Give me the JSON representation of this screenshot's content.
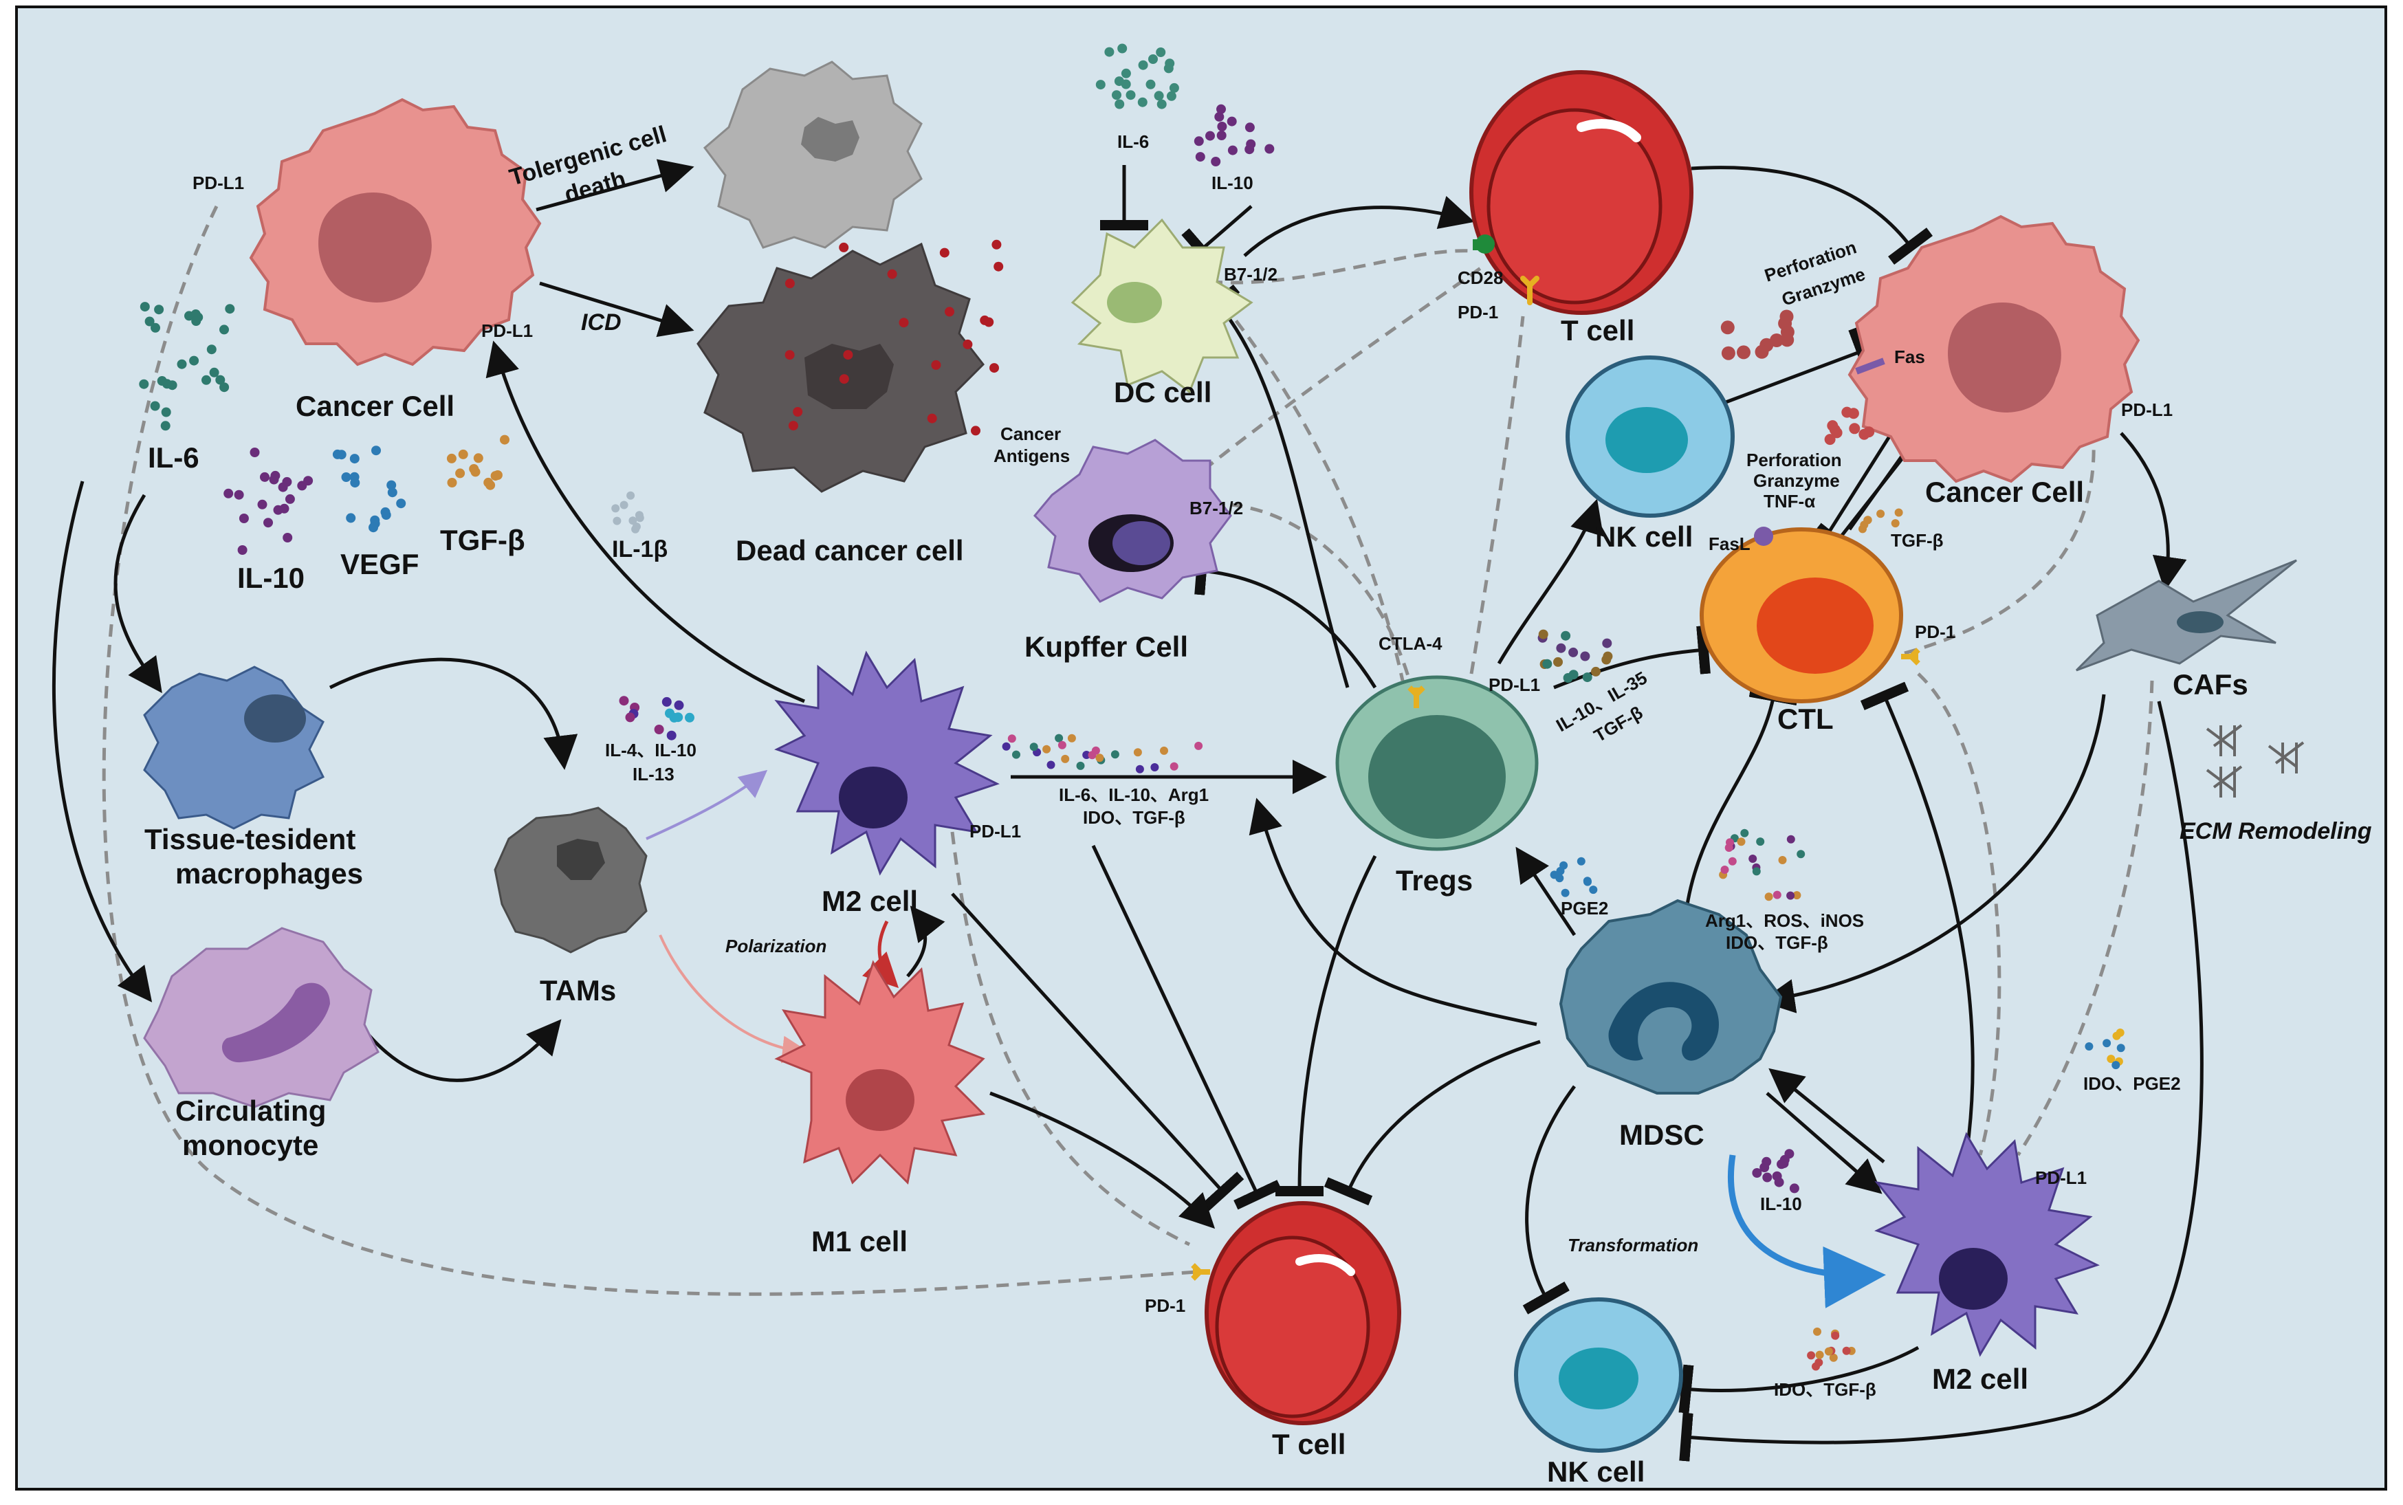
{
  "cells": {
    "cancer_cell_left": "Cancer Cell",
    "dead_cancer_cell": "Dead cancer cell",
    "dc_cell": "DC cell",
    "t_cell_top": "T cell",
    "cancer_cell_right": "Cancer Cell",
    "nk_cell_top": "NK cell",
    "kupffer_cell": "Kupffer Cell",
    "ctl": "CTL",
    "cafs": "CAFs",
    "tregs": "Tregs",
    "tissue_resident_macrophages_line1": "Tissue-tesident",
    "tissue_resident_macrophages_line2": "macrophages",
    "tams": "TAMs",
    "m2_cell_left": "M2 cell",
    "m1_cell": "M1 cell",
    "circulating_monocyte_line1": "Circulating",
    "circulating_monocyte_line2": "monocyte",
    "t_cell_bottom": "T cell",
    "mdsc": "MDSC",
    "nk_cell_bottom": "NK cell",
    "m2_cell_right": "M2 cell"
  },
  "receptors": {
    "pd_l1_cancer_top": "PD-L1",
    "pd_l1_cancer_side": "PD-L1",
    "b7_dc": "B7-1/2",
    "cd28": "CD28",
    "pd_1_tcell_top": "PD-1",
    "fas": "Fas",
    "pd_l1_cancer_right": "PD-L1",
    "b7_kupffer": "B7-1/2",
    "ctla4": "CTLA-4",
    "pd_l1_tregs": "PD-L1",
    "fasl": "FasL",
    "pd_1_ctl": "PD-1",
    "pd_l1_m2_left": "PD-L1",
    "pd_1_tcell_bottom": "PD-1",
    "pd_l1_m2_right": "PD-L1"
  },
  "factors": {
    "il6_left": "IL-6",
    "il10_left": "IL-10",
    "vegf": "VEGF",
    "tgfb_left": "TGF-β",
    "il1b": "IL-1β",
    "il6_dc": "IL-6",
    "il10_dc": "IL-10",
    "cancer_antigens_line1": "Cancer",
    "cancer_antigens_line2": "Antigens",
    "perforation_granzyme_line1": "Perforation",
    "perforation_granzyme_line2": "Granzyme",
    "ctl_factors_line1": "Perforation",
    "ctl_factors_line2": "Granzyme",
    "ctl_factors_line3": "TNF-α",
    "tgfb_ctl": "TGF-β",
    "tregs_factors_line1": "IL-10、IL-35",
    "tregs_factors_line2": "TGF-β",
    "il4_il10_line1": "IL-4、IL-10",
    "il4_il10_line2": "IL-13",
    "m2_factors_line1": "IL-6、IL-10、Arg1",
    "m2_factors_line2": "IDO、TGF-β",
    "pge2_tregs": "PGE2",
    "mdsc_factors_line1": "Arg1、ROS、iNOS",
    "mdsc_factors_line2": "IDO、TGF-β",
    "ido_pge2": "IDO、PGE2",
    "il10_mdsc": "IL-10",
    "ido_tgfb": "IDO、TGF-β"
  },
  "processes": {
    "tolerogenic_line1": "Tolergenic cell",
    "tolerogenic_line2": "death",
    "icd": "ICD",
    "polarization": "Polarization",
    "transformation": "Transformation",
    "ecm_remodeling": "ECM Remodeling"
  },
  "colors": {
    "background": "#d6e4ec",
    "cancer_cell": "#e8928f",
    "t_cell": "#cf2f2f",
    "nk_cell": "#8ccbe6",
    "m2_cell": "#8470c4",
    "m1_cell": "#e8787a",
    "tregs": "#8fc2ad",
    "ctl": "#f4a33a",
    "mdsc": "#5e8ea6",
    "dc_cell": "#e6eec8",
    "kupffer": "#b7a0d6",
    "dead_cell": "#5c5758",
    "tams": "#6d6d6d",
    "tissue_macrophage": "#6d8fc1",
    "monocyte": "#c3a4cf",
    "cafs": "#8a9aa8",
    "receptor_yellow": "#e6b022",
    "transformation_arrow": "#2f86d3"
  }
}
